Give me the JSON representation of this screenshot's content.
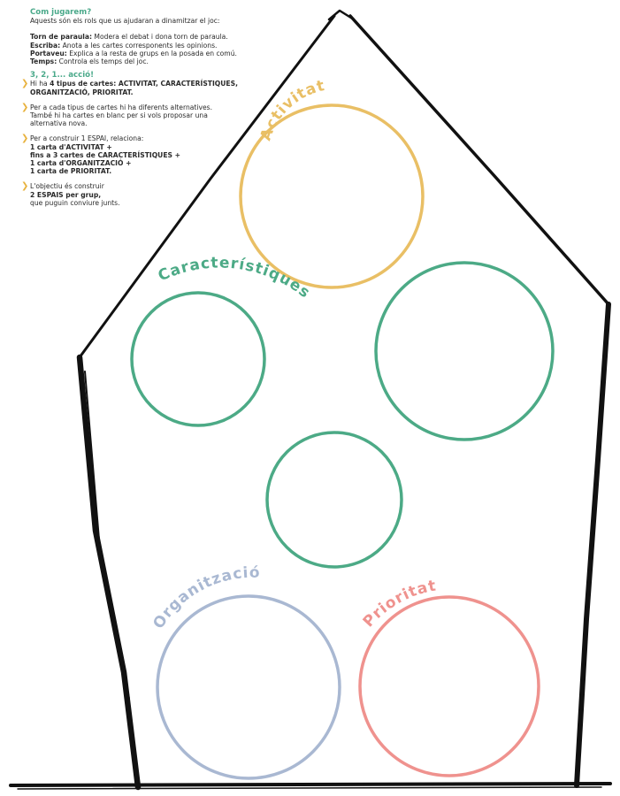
{
  "colors": {
    "activitat": "#e9bf65",
    "caracteristiques": "#4caa86",
    "organitzacio": "#a9b8d2",
    "prioritat": "#ef928e",
    "heading": "#4aa98a",
    "arrow": "#e8b23e",
    "outline": "#111111"
  },
  "instructions": {
    "heading": "Com jugarem?",
    "intro": "Aquests són els rols que us ajudaran a dinamitzar el joc:",
    "roles": [
      {
        "name": "Torn de paraula:",
        "desc": " Modera el debat i dona torn de paraula."
      },
      {
        "name": "Escriba:",
        "desc": " Anota a les cartes corresponents les opinions."
      },
      {
        "name": "Portaveu:",
        "desc": " Explica a la resta de grups en la posada en comú."
      },
      {
        "name": "Temps:",
        "desc": " Controla els temps del joc."
      }
    ],
    "action_heading": "3, 2, 1... acció!",
    "steps": [
      {
        "pre": "Hi ha ",
        "bold": "4 tipus de cartes: ACTIVITAT, CARACTERÍSTIQUES, ORGANITZACIÓ, PRIORITAT."
      },
      {
        "text": "Per a cada tipus de cartes hi ha diferents alternatives. També hi ha cartes en blanc per si vols proposar una alternativa nova."
      },
      {
        "text": "Per a construir 1 ESPAI, relaciona:",
        "lines": [
          "1 carta d'ACTIVITAT +",
          "fins a 3 cartes de CARACTERÍSTIQUES +",
          "1 carta d'ORGANITZACIÓ +",
          "1 carta de PRIORITAT."
        ]
      },
      {
        "text": "L'objectiu és construir",
        "bold": "2 ESPAIS per grup,",
        "post": "que puguin conviure junts."
      }
    ]
  },
  "labels": {
    "activitat": "Activitat",
    "caracteristiques": "Característiques",
    "organitzacio": "Organització",
    "prioritat": "Prioritat"
  }
}
